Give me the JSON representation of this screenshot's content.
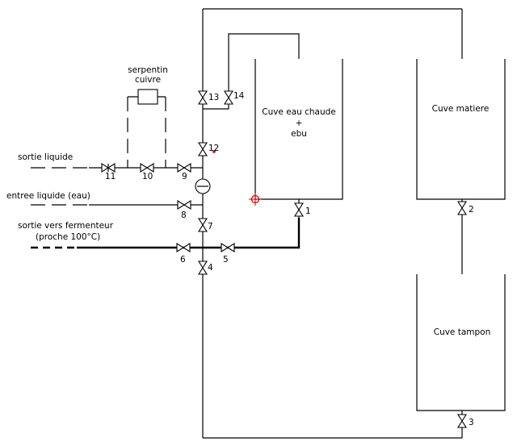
{
  "labels": {
    "serpentin_line1": "serpentin",
    "serpentin_line2": "cuivre",
    "sortie_liquide": "sortie liquide",
    "entree_liquide": "entree liquide (eau)",
    "sortie_fermenteur_line1": "sortie vers fermenteur",
    "sortie_fermenteur_line2": "(proche 100°C)",
    "cuve_eau_chaude_line1": "Cuve eau chaude",
    "cuve_eau_chaude_line2": "+",
    "cuve_eau_chaude_line3": "ebu",
    "cuve_matiere": "Cuve matiere",
    "cuve_tampon": "Cuve tampon"
  },
  "valves": {
    "v1": "1",
    "v2": "2",
    "v3": "3",
    "v4": "4",
    "v5": "5",
    "v6": "6",
    "v7": "7",
    "v8": "8",
    "v9": "9",
    "v10": "10",
    "v11": "11",
    "v12": "12",
    "v13": "13",
    "v14": "14"
  },
  "colors": {
    "line": "#000000",
    "marker": "#cc0000",
    "background": "#ffffff"
  }
}
